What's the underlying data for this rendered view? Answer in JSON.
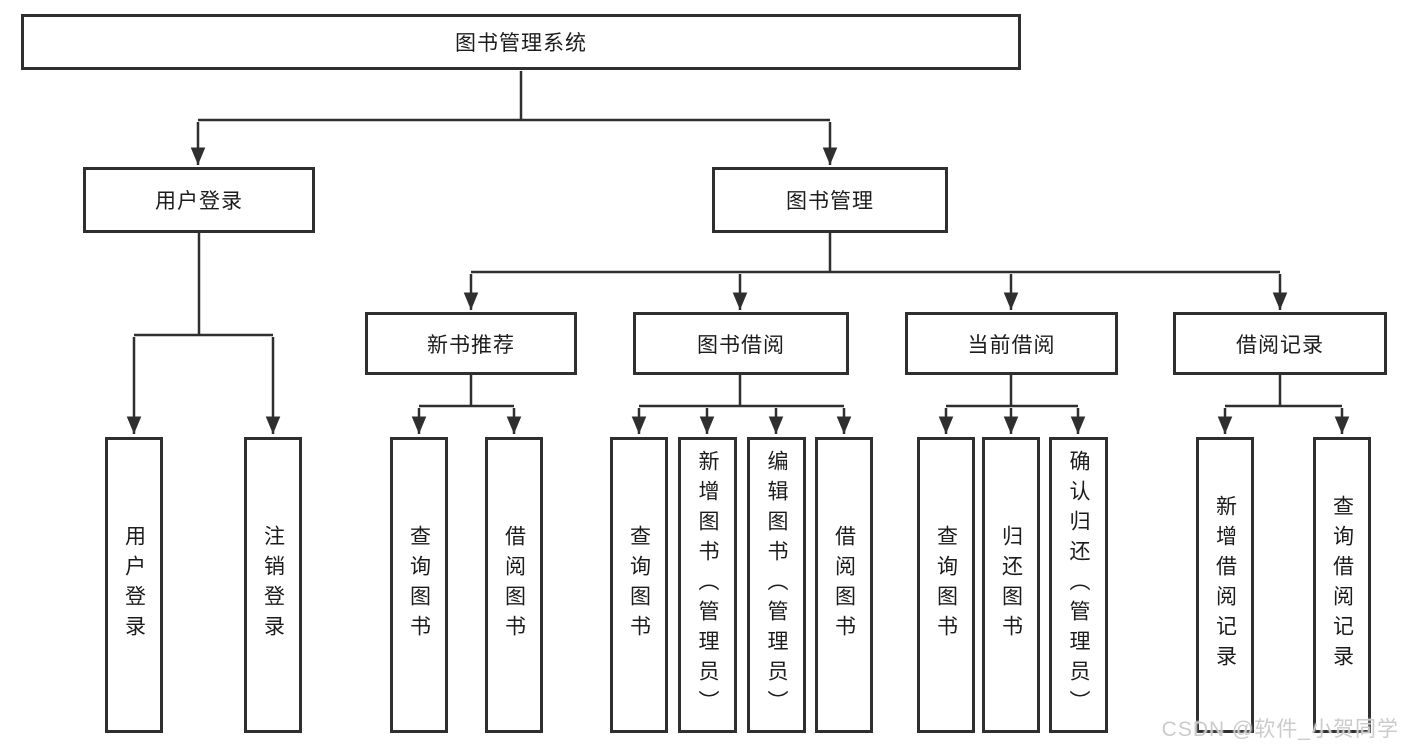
{
  "diagram": {
    "root": {
      "label": "图书管理系统"
    },
    "branches": [
      {
        "label": "用户登录",
        "children": [
          {
            "label": "用户登录"
          },
          {
            "label": "注销登录"
          }
        ]
      },
      {
        "label": "图书管理",
        "groups": [
          {
            "label": "新书推荐",
            "children": [
              {
                "label": "查询图书"
              },
              {
                "label": "借阅图书"
              }
            ]
          },
          {
            "label": "图书借阅",
            "children": [
              {
                "label": "查询图书"
              },
              {
                "label": "新增图书（管理员）"
              },
              {
                "label": "编辑图书（管理员）"
              },
              {
                "label": "借阅图书"
              }
            ]
          },
          {
            "label": "当前借阅",
            "children": [
              {
                "label": "查询图书"
              },
              {
                "label": "归还图书"
              },
              {
                "label": "确认归还（管理员）"
              }
            ]
          },
          {
            "label": "借阅记录",
            "children": [
              {
                "label": "新增借阅记录"
              },
              {
                "label": "查询借阅记录"
              }
            ]
          }
        ]
      }
    ],
    "colors": {
      "line": "#2f2f2f",
      "text": "#1c1c1c",
      "background": "#ffffff",
      "watermark": "#cbcbcb"
    },
    "watermark": "CSDN @软件_小贺同学"
  }
}
